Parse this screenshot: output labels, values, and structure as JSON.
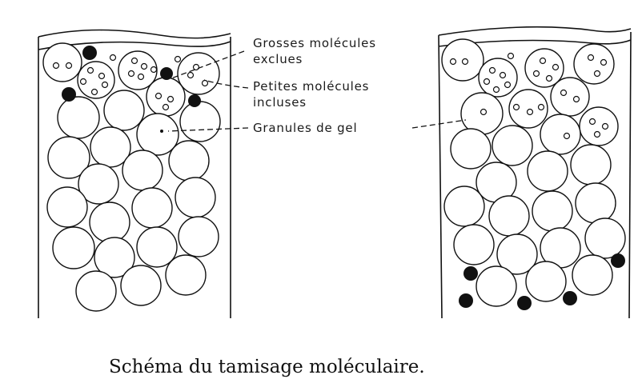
{
  "labels": {
    "large_excluded": [
      "Grosses molécules",
      "exclues"
    ],
    "small_included": [
      "Petites molécules",
      "incluses"
    ],
    "gel_granules": "Granules de gel"
  },
  "caption": "Schéma du tamisage moléculaire."
}
